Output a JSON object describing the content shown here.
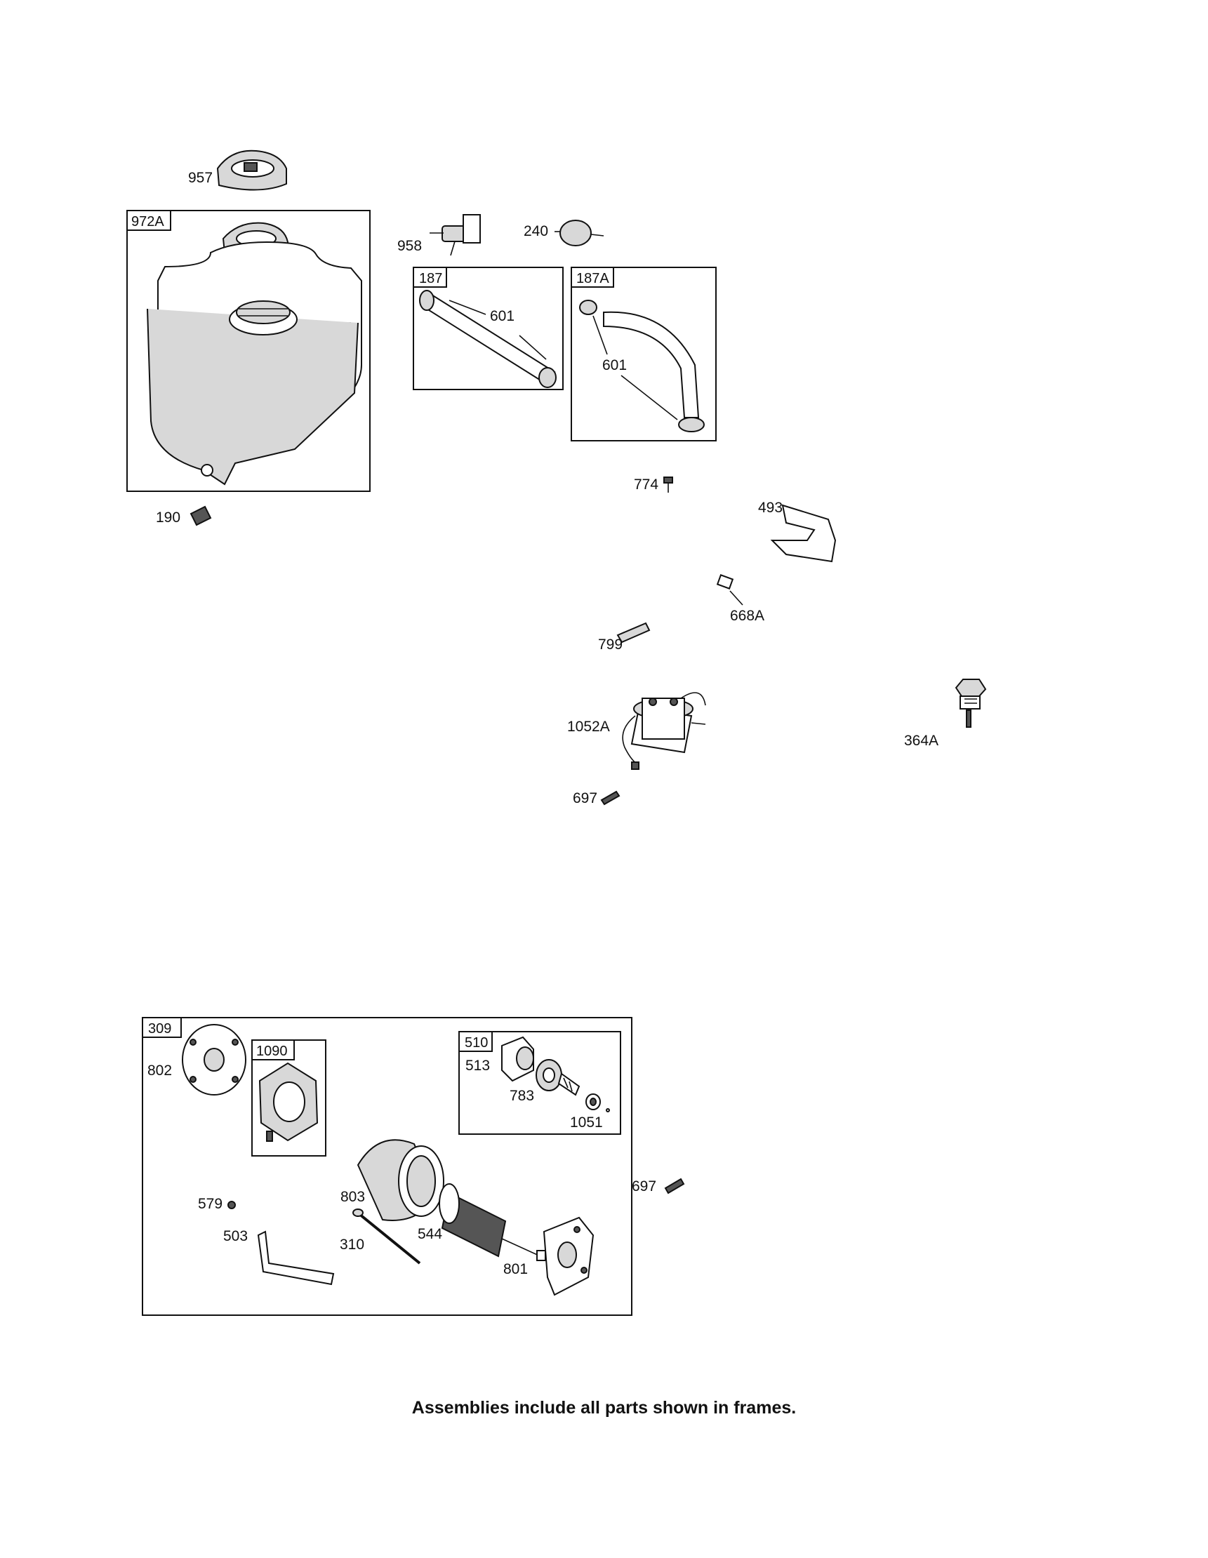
{
  "frames": {
    "f972A": "972A",
    "f187": "187",
    "f187A": "187A",
    "f309": "309",
    "f1090": "1090",
    "f510": "510"
  },
  "labels": {
    "p957": "957",
    "p958": "958",
    "p240": "240",
    "p601a": "601",
    "p601b": "601",
    "p190": "190",
    "p774": "774",
    "p493": "493",
    "p668A": "668A",
    "p799": "799",
    "p1052A": "1052A",
    "p364A": "364A",
    "p697a": "697",
    "p802": "802",
    "p513": "513",
    "p783": "783",
    "p1051": "1051",
    "p579": "579",
    "p803": "803",
    "p697b": "697",
    "p503": "503",
    "p310": "310",
    "p544": "544",
    "p801": "801"
  },
  "footnote": "Assemblies include all parts shown in frames."
}
